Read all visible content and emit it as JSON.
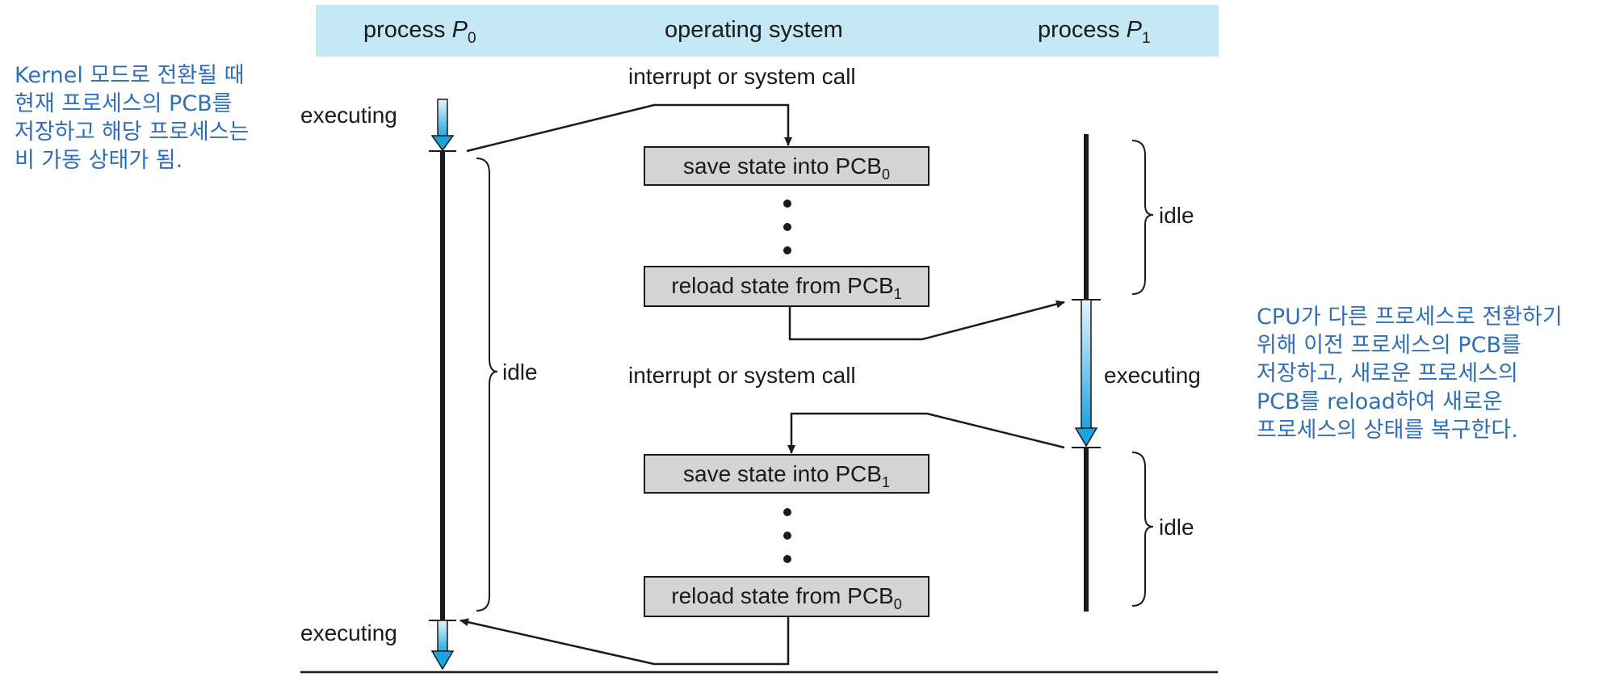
{
  "header": {
    "col_p0": "process",
    "col_p0_sub": "P",
    "col_p0_idx": "0",
    "col_os": "operating system",
    "col_p1": "process",
    "col_p1_sub": "P",
    "col_p1_idx": "1"
  },
  "os_column": {
    "interrupt_top": "interrupt or system call",
    "interrupt_mid": "interrupt or system call",
    "box_save_pcb0": {
      "text": "save state into PCB",
      "sub": "0"
    },
    "box_reload_pcb1": {
      "text": "reload state from PCB",
      "sub": "1"
    },
    "box_save_pcb1": {
      "text": "save state into PCB",
      "sub": "1"
    },
    "box_reload_pcb0": {
      "text": "reload state from PCB",
      "sub": "0"
    }
  },
  "p0_column": {
    "executing_top": "executing",
    "idle": "idle",
    "executing_bottom": "executing"
  },
  "p1_column": {
    "idle_top": "idle",
    "executing": "executing",
    "idle_bottom": "idle"
  },
  "notes": {
    "left": [
      "Kernel 모드로 전환될 때",
      "현재 프로세스의 PCB를",
      "저장하고 해당 프로세스는",
      "비 가동 상태가 됨."
    ],
    "right": [
      "CPU가 다른 프로세스로 전환하기",
      "위해 이전 프로세스의 PCB를",
      "저장하고, 새로운 프로세스의",
      "PCB를 reload하여 새로운",
      "프로세스의 상태를 복구한다."
    ]
  },
  "colors": {
    "header_bg": "#c5e8f7",
    "box_fill": "#d4d4d4",
    "arrow_blue_light": "#e4f3fb",
    "arrow_blue_dark": "#1aa3e0",
    "note_blue": "#2e6fb5",
    "line": "#1a1a1a"
  }
}
